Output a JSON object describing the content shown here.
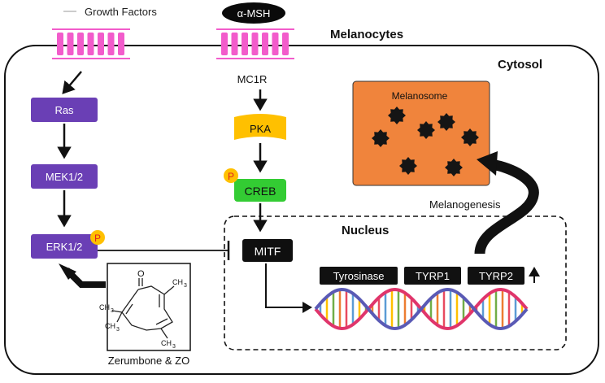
{
  "labels": {
    "growth_factors": "Growth Factors",
    "alpha_msh": "α-MSH",
    "melanocytes": "Melanocytes",
    "cytosol": "Cytosol",
    "mc1r": "MC1R",
    "nucleus": "Nucleus",
    "melanosome": "Melanosome",
    "melanogenesis": "Melanogenesis",
    "compound": "Zerumbone & ZO"
  },
  "pathway_left": {
    "ras": "Ras",
    "mek": "MEK1/2",
    "erk": "ERK1/2"
  },
  "pathway_center": {
    "pka": "PKA",
    "creb": "CREB",
    "mitf": "MITF"
  },
  "phospho_marker": "P",
  "genes": {
    "tyrosinase": "Tyrosinase",
    "tyrp1": "TYRP1",
    "tyrp2": "TYRP2"
  },
  "structure_labels": {
    "oxygen": "O",
    "methyl_a": "CH",
    "methyl_b": "CH",
    "methyl_c": "CH",
    "methyl_d": "CH",
    "subscript": "3"
  },
  "colors": {
    "receptor": "#f25ccb",
    "kinase": "#6a3fb5",
    "pka": "#ffc000",
    "creb": "#33cc33",
    "phospho": "#ffc000",
    "phospho_text": "#e02020",
    "melanosome_bg": "#f0843c",
    "gene_box": "#111111"
  },
  "icons": [
    "receptor-icon",
    "melanin-granule-icon",
    "dna-helix-icon",
    "up-arrow-icon",
    "inhibition-icon"
  ]
}
